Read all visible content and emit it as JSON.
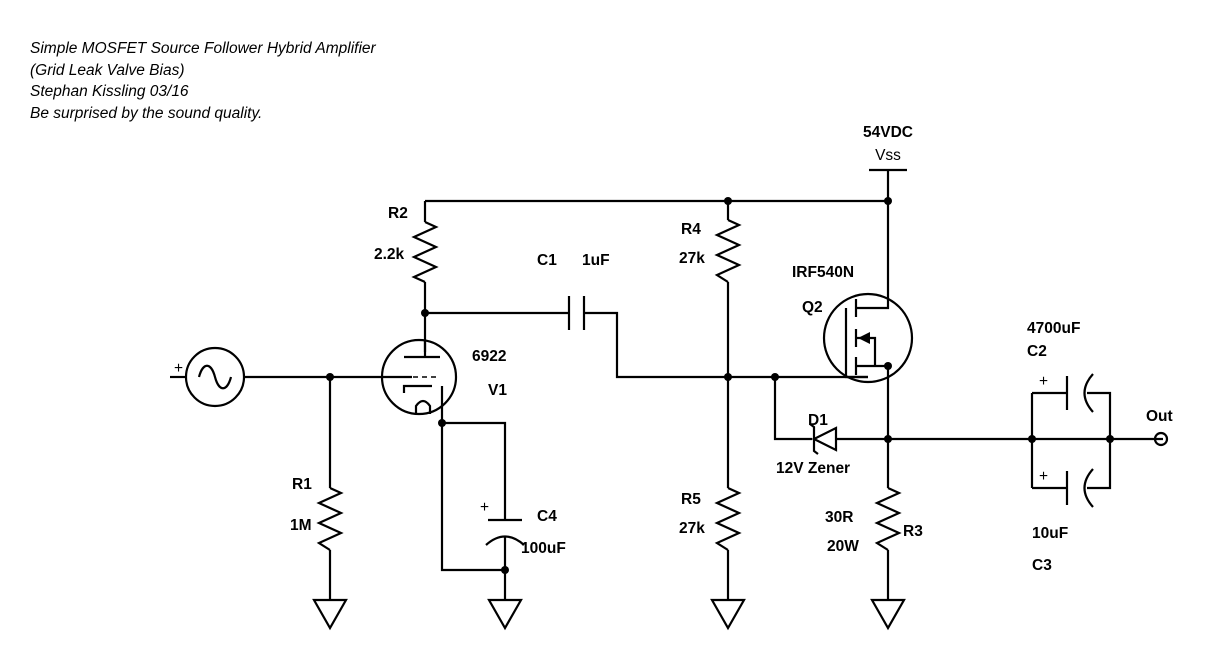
{
  "notes": {
    "line1": "Simple MOSFET Source Follower Hybrid Amplifier",
    "line2": "(Grid Leak Valve Bias)",
    "line3": "Stephan Kissling 03/16",
    "line4": "Be surprised by the sound quality."
  },
  "supply": {
    "voltage": "54VDC",
    "name": "Vss"
  },
  "components": {
    "r1": {
      "ref": "R1",
      "value": "1M"
    },
    "r2": {
      "ref": "R2",
      "value": "2.2k"
    },
    "r3": {
      "ref": "R3",
      "value": "30R",
      "power": "20W"
    },
    "r4": {
      "ref": "R4",
      "value": "27k"
    },
    "r5": {
      "ref": "R5",
      "value": "27k"
    },
    "c1": {
      "ref": "C1",
      "value": "1uF"
    },
    "c2": {
      "ref": "C2",
      "value": "4700uF"
    },
    "c3": {
      "ref": "C3",
      "value": "10uF"
    },
    "c4": {
      "ref": "C4",
      "value": "100uF"
    },
    "v1": {
      "ref": "V1",
      "part": "6922"
    },
    "q2": {
      "ref": "Q2",
      "part": "IRF540N"
    },
    "d1": {
      "ref": "D1",
      "value": "12V Zener"
    },
    "src": {
      "polarity": "+"
    }
  },
  "output": {
    "label": "Out"
  },
  "polarity_marks": {
    "c2": "+",
    "c3": "+",
    "c4": "+"
  }
}
